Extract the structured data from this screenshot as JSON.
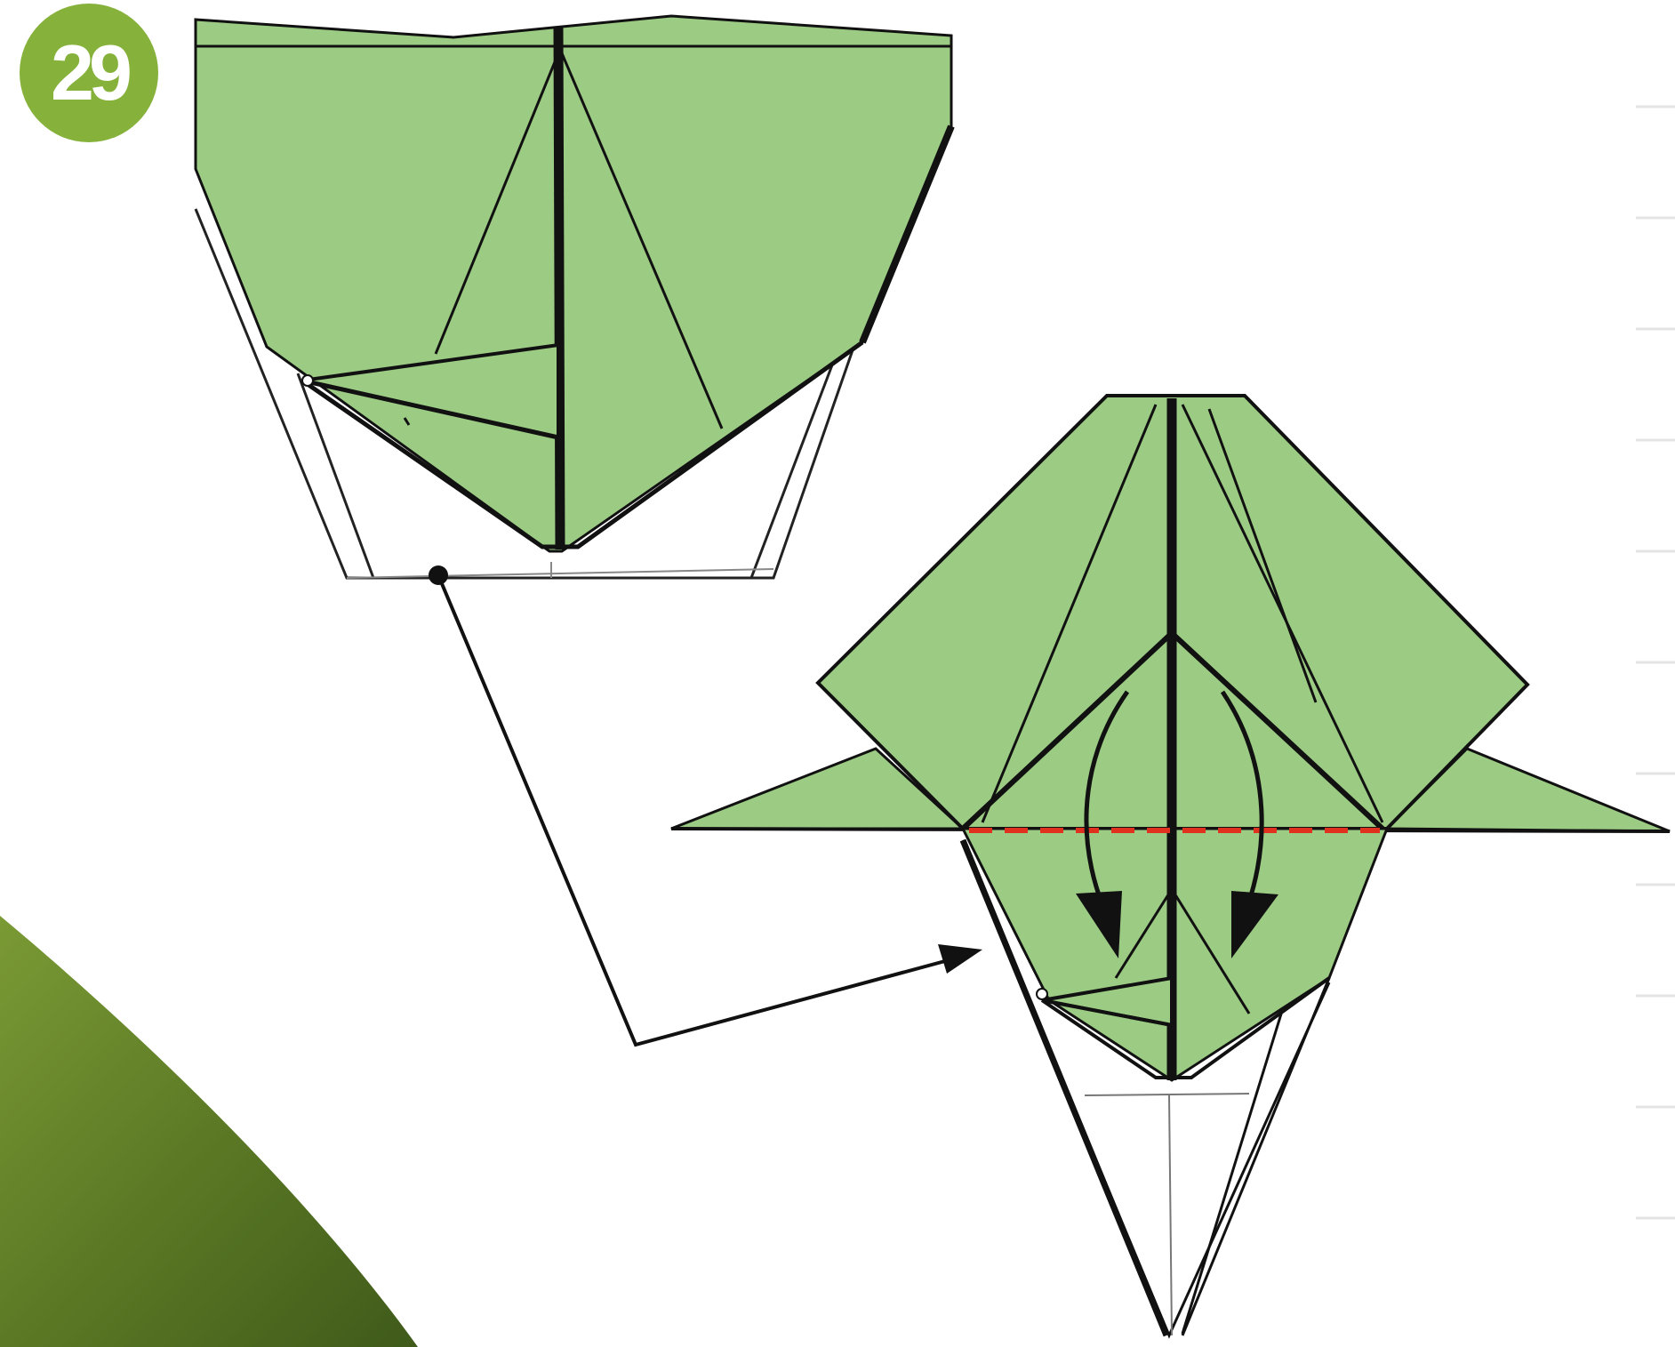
{
  "step": {
    "number": "29"
  },
  "colors": {
    "paper": "#9ccb84",
    "crease": "#111111",
    "valley_fold": "#e0301e",
    "badge": "#86b23b",
    "leaf": "#5c7a25"
  },
  "figures": [
    {
      "name": "zoomed-detail",
      "description_icon": "origami-closeup-icon"
    },
    {
      "name": "full-model",
      "description_icon": "origami-model-icon"
    }
  ],
  "annotations": {
    "valley_fold_line": "dashed-red",
    "fold_arrows": [
      "left-fold-down-arrow",
      "right-fold-down-arrow"
    ],
    "callout": "zoom-callout-arrow"
  }
}
